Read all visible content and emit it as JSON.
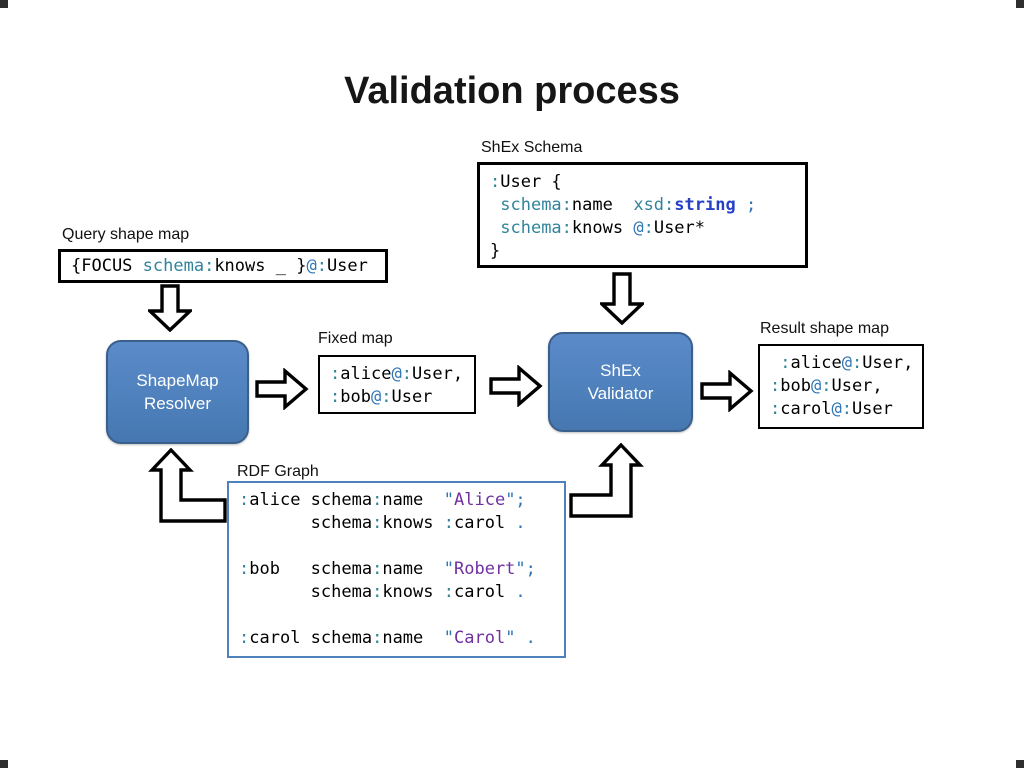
{
  "slide": {
    "title": "Validation process"
  },
  "colors": {
    "teal": "#31849B",
    "blue": "#2E75B6",
    "keyword": "#2640C8",
    "purple": "#7030A0",
    "node_fill": "#4F81BD",
    "node_border": "#3A5F8B",
    "rdf_border": "#4F81BD"
  },
  "labels": {
    "shex_schema": "ShEx Schema",
    "query_shape_map": "Query shape map",
    "fixed_map": "Fixed map",
    "result_shape_map": "Result shape map",
    "rdf_graph": "RDF Graph"
  },
  "nodes": {
    "resolver": {
      "line1": "ShapeMap",
      "line2": "Resolver"
    },
    "validator": {
      "line1": "ShEx",
      "line2": "Validator"
    }
  },
  "code": {
    "shex_schema": [
      [
        [
          "t",
          ":"
        ],
        [
          "k",
          "User {"
        ]
      ],
      [
        [
          "k",
          " "
        ],
        [
          "t",
          "schema:"
        ],
        [
          "k",
          "name  "
        ],
        [
          "t",
          "xsd:"
        ],
        [
          "w",
          "string"
        ],
        [
          "b",
          " ;"
        ]
      ],
      [
        [
          "k",
          " "
        ],
        [
          "t",
          "schema:"
        ],
        [
          "k",
          "knows "
        ],
        [
          "b",
          "@"
        ],
        [
          "t",
          ":"
        ],
        [
          "k",
          "User*"
        ]
      ],
      [
        [
          "k",
          "}"
        ]
      ]
    ],
    "query_shape_map": [
      [
        [
          "k",
          "{FOCUS "
        ],
        [
          "t",
          "schema:"
        ],
        [
          "k",
          "knows _ }"
        ],
        [
          "b",
          "@"
        ],
        [
          "t",
          ":"
        ],
        [
          "k",
          "User"
        ]
      ]
    ],
    "fixed_map": [
      [
        [
          "t",
          ":"
        ],
        [
          "k",
          "alice"
        ],
        [
          "b",
          "@"
        ],
        [
          "t",
          ":"
        ],
        [
          "k",
          "User,"
        ]
      ],
      [
        [
          "t",
          ":"
        ],
        [
          "k",
          "bob"
        ],
        [
          "b",
          "@"
        ],
        [
          "t",
          ":"
        ],
        [
          "k",
          "User"
        ]
      ]
    ],
    "result_shape_map": [
      [
        [
          "k",
          " "
        ],
        [
          "t",
          ":"
        ],
        [
          "k",
          "alice"
        ],
        [
          "b",
          "@"
        ],
        [
          "t",
          ":"
        ],
        [
          "k",
          "User,"
        ]
      ],
      [
        [
          "t",
          ":"
        ],
        [
          "k",
          "bob"
        ],
        [
          "b",
          "@"
        ],
        [
          "t",
          ":"
        ],
        [
          "k",
          "User,"
        ]
      ],
      [
        [
          "t",
          ":"
        ],
        [
          "k",
          "carol"
        ],
        [
          "b",
          "@"
        ],
        [
          "t",
          ":"
        ],
        [
          "k",
          "User"
        ]
      ]
    ],
    "rdf_graph": [
      [
        [
          "t",
          ":"
        ],
        [
          "k",
          "alice schema"
        ],
        [
          "t",
          ":"
        ],
        [
          "k",
          "name  "
        ],
        [
          "b",
          "\""
        ],
        [
          "p",
          "Alice"
        ],
        [
          "b",
          "\";"
        ]
      ],
      [
        [
          "k",
          "       schema"
        ],
        [
          "t",
          ":"
        ],
        [
          "k",
          "knows "
        ],
        [
          "t",
          ":"
        ],
        [
          "k",
          "carol "
        ],
        [
          "b",
          "."
        ]
      ],
      [],
      [
        [
          "t",
          ":"
        ],
        [
          "k",
          "bob   schema"
        ],
        [
          "t",
          ":"
        ],
        [
          "k",
          "name  "
        ],
        [
          "b",
          "\""
        ],
        [
          "p",
          "Robert"
        ],
        [
          "b",
          "\";"
        ]
      ],
      [
        [
          "k",
          "       schema"
        ],
        [
          "t",
          ":"
        ],
        [
          "k",
          "knows "
        ],
        [
          "t",
          ":"
        ],
        [
          "k",
          "carol "
        ],
        [
          "b",
          "."
        ]
      ],
      [],
      [
        [
          "t",
          ":"
        ],
        [
          "k",
          "carol schema"
        ],
        [
          "t",
          ":"
        ],
        [
          "k",
          "name  "
        ],
        [
          "b",
          "\""
        ],
        [
          "p",
          "Carol"
        ],
        [
          "b",
          "\" ."
        ]
      ]
    ]
  },
  "icons": {
    "down_block_arrow": "hollow block arrow pointing down",
    "right_block_arrow": "hollow block arrow pointing right",
    "bent_up_arrow": "hollow bent arrow pointing up"
  }
}
